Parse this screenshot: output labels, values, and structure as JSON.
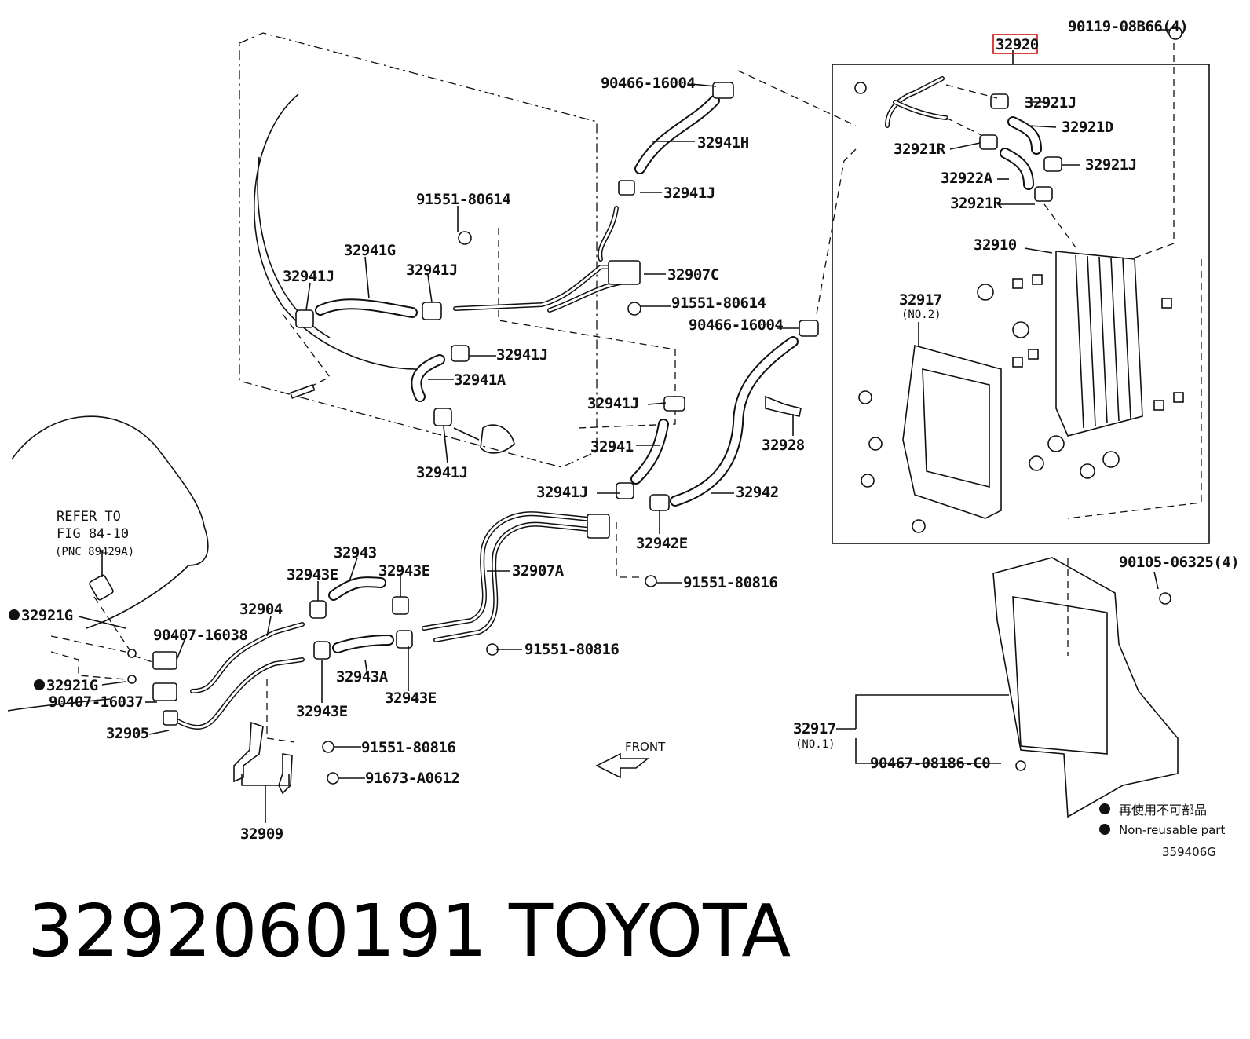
{
  "labels": {
    "p32920": "32920",
    "p90119": "90119-08B66(4)",
    "p90466a": "90466-16004",
    "p32941H": "32941H",
    "p32941J_a": "32941J",
    "p91551_80614a": "91551-80614",
    "p32941G": "32941G",
    "p32941J_b": "32941J",
    "p32941J_c": "32941J",
    "p32907C": "32907C",
    "p91551_80614b": "91551-80614",
    "p90466b": "90466-16004",
    "p32941J_d": "32941J",
    "p32941A": "32941A",
    "p32941J_e": "32941J",
    "p32941J_f": "32941J",
    "p32941": "32941",
    "p32928": "32928",
    "p32941J_g": "32941J",
    "p32942": "32942",
    "p32942E": "32942E",
    "p32921J_a": "32921J",
    "p32921D": "32921D",
    "p32921R_a": "32921R",
    "p32921J_b": "32921J",
    "p32922A": "32922A",
    "p32921R_b": "32921R",
    "p32910": "32910",
    "p32917_2": "32917",
    "p32917_2_sub": "(NO.2)",
    "refer1": "REFER TO",
    "refer2": "FIG 84-10",
    "refer3": "(PNC 89429A)",
    "p32943": "32943",
    "p32943E_a": "32943E",
    "p32943E_b": "32943E",
    "p32907A": "32907A",
    "p91551_80816a": "91551-80816",
    "p32921G_a": "32921G",
    "p32904": "32904",
    "p90407_16038": "90407-16038",
    "p32921G_b": "32921G",
    "p90407_16037": "90407-16037",
    "p32905": "32905",
    "p32943A": "32943A",
    "p32943E_c": "32943E",
    "p32943E_d": "32943E",
    "p91551_80816b": "91551-80816",
    "p91551_80816c": "91551-80816",
    "p91673": "91673-A0612",
    "p32909": "32909",
    "front": "FRONT",
    "p90105": "90105-06325(4)",
    "p32917_1": "32917",
    "p32917_1_sub": "(NO.1)",
    "p90467": "90467-08186-C0",
    "legend_jp": "再使用不可部品",
    "legend_en": "Non-reusable part",
    "fig_id": "359406G"
  },
  "footer": {
    "part_number": "3292060191",
    "brand": "TOYOTA"
  },
  "colors": {
    "highlight": "#d01010",
    "ink": "#111111"
  }
}
